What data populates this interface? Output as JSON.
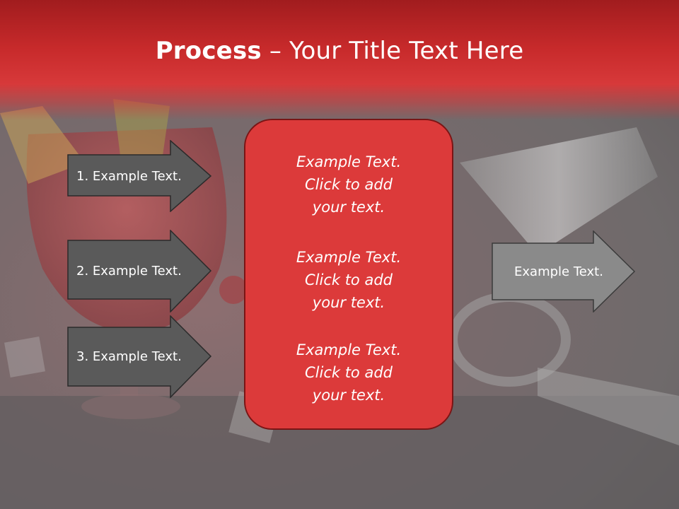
{
  "slide": {
    "title_bold": "Process",
    "title_rest": " – Your Title Text Here"
  },
  "left_arrows": [
    {
      "label": "1. Example Text."
    },
    {
      "label": "2. Example Text."
    },
    {
      "label": "3. Example Text."
    }
  ],
  "center_box": {
    "paragraphs": [
      {
        "line1": "Example Text.",
        "line2": "Click  to add",
        "line3": "your text."
      },
      {
        "line1": "Example Text.",
        "line2": "Click  to add",
        "line3": "your text."
      },
      {
        "line1": "Example Text.",
        "line2": "Click  to add",
        "line3": "your text."
      }
    ]
  },
  "right_arrow": {
    "label": "Example Text."
  },
  "colors": {
    "title_band": "#c72a2b",
    "left_arrow_fill": "#5a5a5a",
    "right_arrow_fill": "#8a8a8a",
    "center_box_fill": "#dc3a3a"
  }
}
